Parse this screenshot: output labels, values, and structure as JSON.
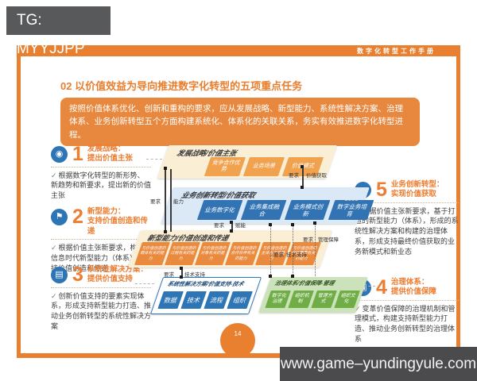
{
  "overlay": {
    "tg_label": "TG: MYYJJPP",
    "site_url": "www.game–yundingyule.com"
  },
  "header": {
    "handbook_title": "数字化转型工作手册"
  },
  "content": {
    "section_title": "02 以价值效益为导向推进数字化转型的五项重点任务",
    "intro": "按照价值体系优化、创新和重构的要求，应从发展战略、新型能力、系统性解决方案、治理体系、业务创新转型五个方面构建系统化、体系化的关联关系，务实有效推进数字化转型进程。",
    "page_number": "14"
  },
  "tasks": {
    "t1": {
      "num": "1",
      "icon": "◉",
      "title": "发展战略：",
      "subtitle": "提出价值主张",
      "bullet": "✓",
      "desc": "根据数字化转型的新形势、新趋势和新要求，提出新的价值主张"
    },
    "t2": {
      "num": "2",
      "icon": "⚑",
      "title": "新型能力：",
      "subtitle": "支持价值创造和传递",
      "bullet": "✓",
      "desc": "根据价值主张新要求，构建信息时代新型能力（体系），支持价值创造和传递"
    },
    "t3": {
      "num": "3",
      "icon": "▤",
      "title": "系统性解决方案：",
      "subtitle": "提供价值支持",
      "bullet": "✓",
      "desc": "创新价值支持的要素实现体系，形成支持新型能力打造、推动业务创新转型的系统性解决方案"
    },
    "t4": {
      "num": "4",
      "icon": "▣",
      "title": "治理体系：",
      "subtitle": "提供价值保障",
      "bullet": "✓",
      "desc": "变革价值保障的治理机制和管理模式，构建支持新型能力打造、推动业务创新转型的治理体系"
    },
    "t5": {
      "num": "5",
      "icon": "☁",
      "title": "业务创新转型：",
      "subtitle": "实现价值获取",
      "bullet": "✓",
      "desc": "根据价值主张新要求，基于打造的新型能力（体系），形成的系统性解决方案和构建的治理体系，形成支持最终价值获取的业务新模式和新业态"
    }
  },
  "diagram": {
    "strategy": {
      "title": "发展战略/价值主张",
      "boxes": [
        "竞争合作优势",
        "业务场景",
        "价值模式"
      ]
    },
    "business": {
      "title": "业务创新转型/价值获取",
      "boxes": [
        "业务数字化",
        "业务集成融合",
        "业务模式创新",
        "数字业务培育"
      ]
    },
    "capability": {
      "title": "新型能力/价值创造和传递",
      "boxes": [
        "与价值创造的载体有关的能力",
        "与价值创造的过程有关的能力",
        "与价值创造的对象有关的能力",
        "与价值创造的合作伙伴有关的能力",
        "与价值创造的主体有关的能力",
        "与价值创造的驱动要素有关的能力"
      ]
    },
    "solution": {
      "title": "系统性解决方案/价值支持-技术",
      "boxes": [
        "数据",
        "技术",
        "流程",
        "组织"
      ]
    },
    "governance": {
      "title": "治理体系/价值保障-管理",
      "boxes": [
        "数字化治理",
        "组织机制",
        "管理方式",
        "组织文化"
      ]
    },
    "labels": {
      "l1a": "要求",
      "l1b": "价值获取",
      "l2a": "要求",
      "l2b": "能力",
      "l3a": "要求",
      "l3b": "赋能",
      "l4a": "要求",
      "l4b": "管理保障",
      "l5a": "要求",
      "l5b": "技术支持",
      "l6a": "要求",
      "l6b": "技术支持"
    }
  },
  "colors": {
    "accent_orange": "#E8802F",
    "box_blue": "#2E75B6",
    "box_green": "#70AD47",
    "gray_overlay": "#58595B"
  }
}
